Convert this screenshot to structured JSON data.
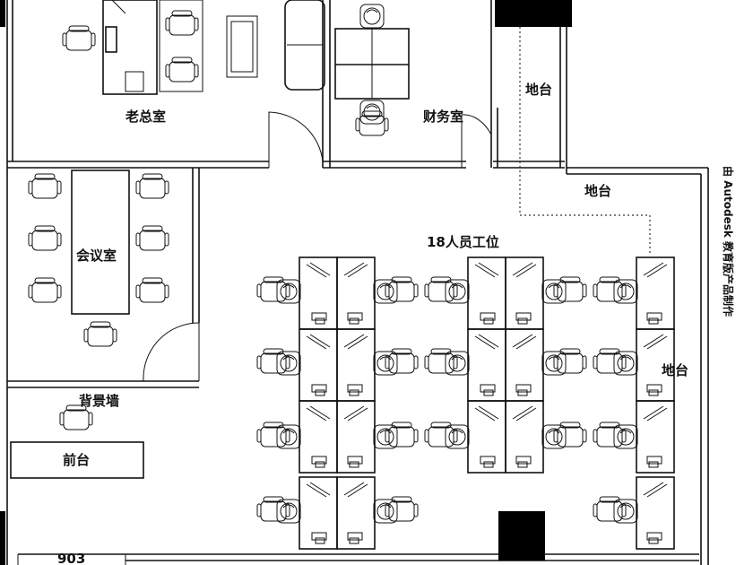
{
  "rooms": {
    "boss_office": "老总室",
    "finance_room": "财务室",
    "meeting_room": "会议室",
    "background_wall": "背景墙",
    "reception_desk": "前台",
    "staff_area": "18人员工位",
    "counter_top": "地台",
    "counter_mid": "地台",
    "counter_right": "地台"
  },
  "watermark": "由 Autodesk 教育版产品制作",
  "dimension": "903",
  "colors": {
    "line": "#111111",
    "fill_black": "#000000",
    "background": "#ffffff"
  }
}
